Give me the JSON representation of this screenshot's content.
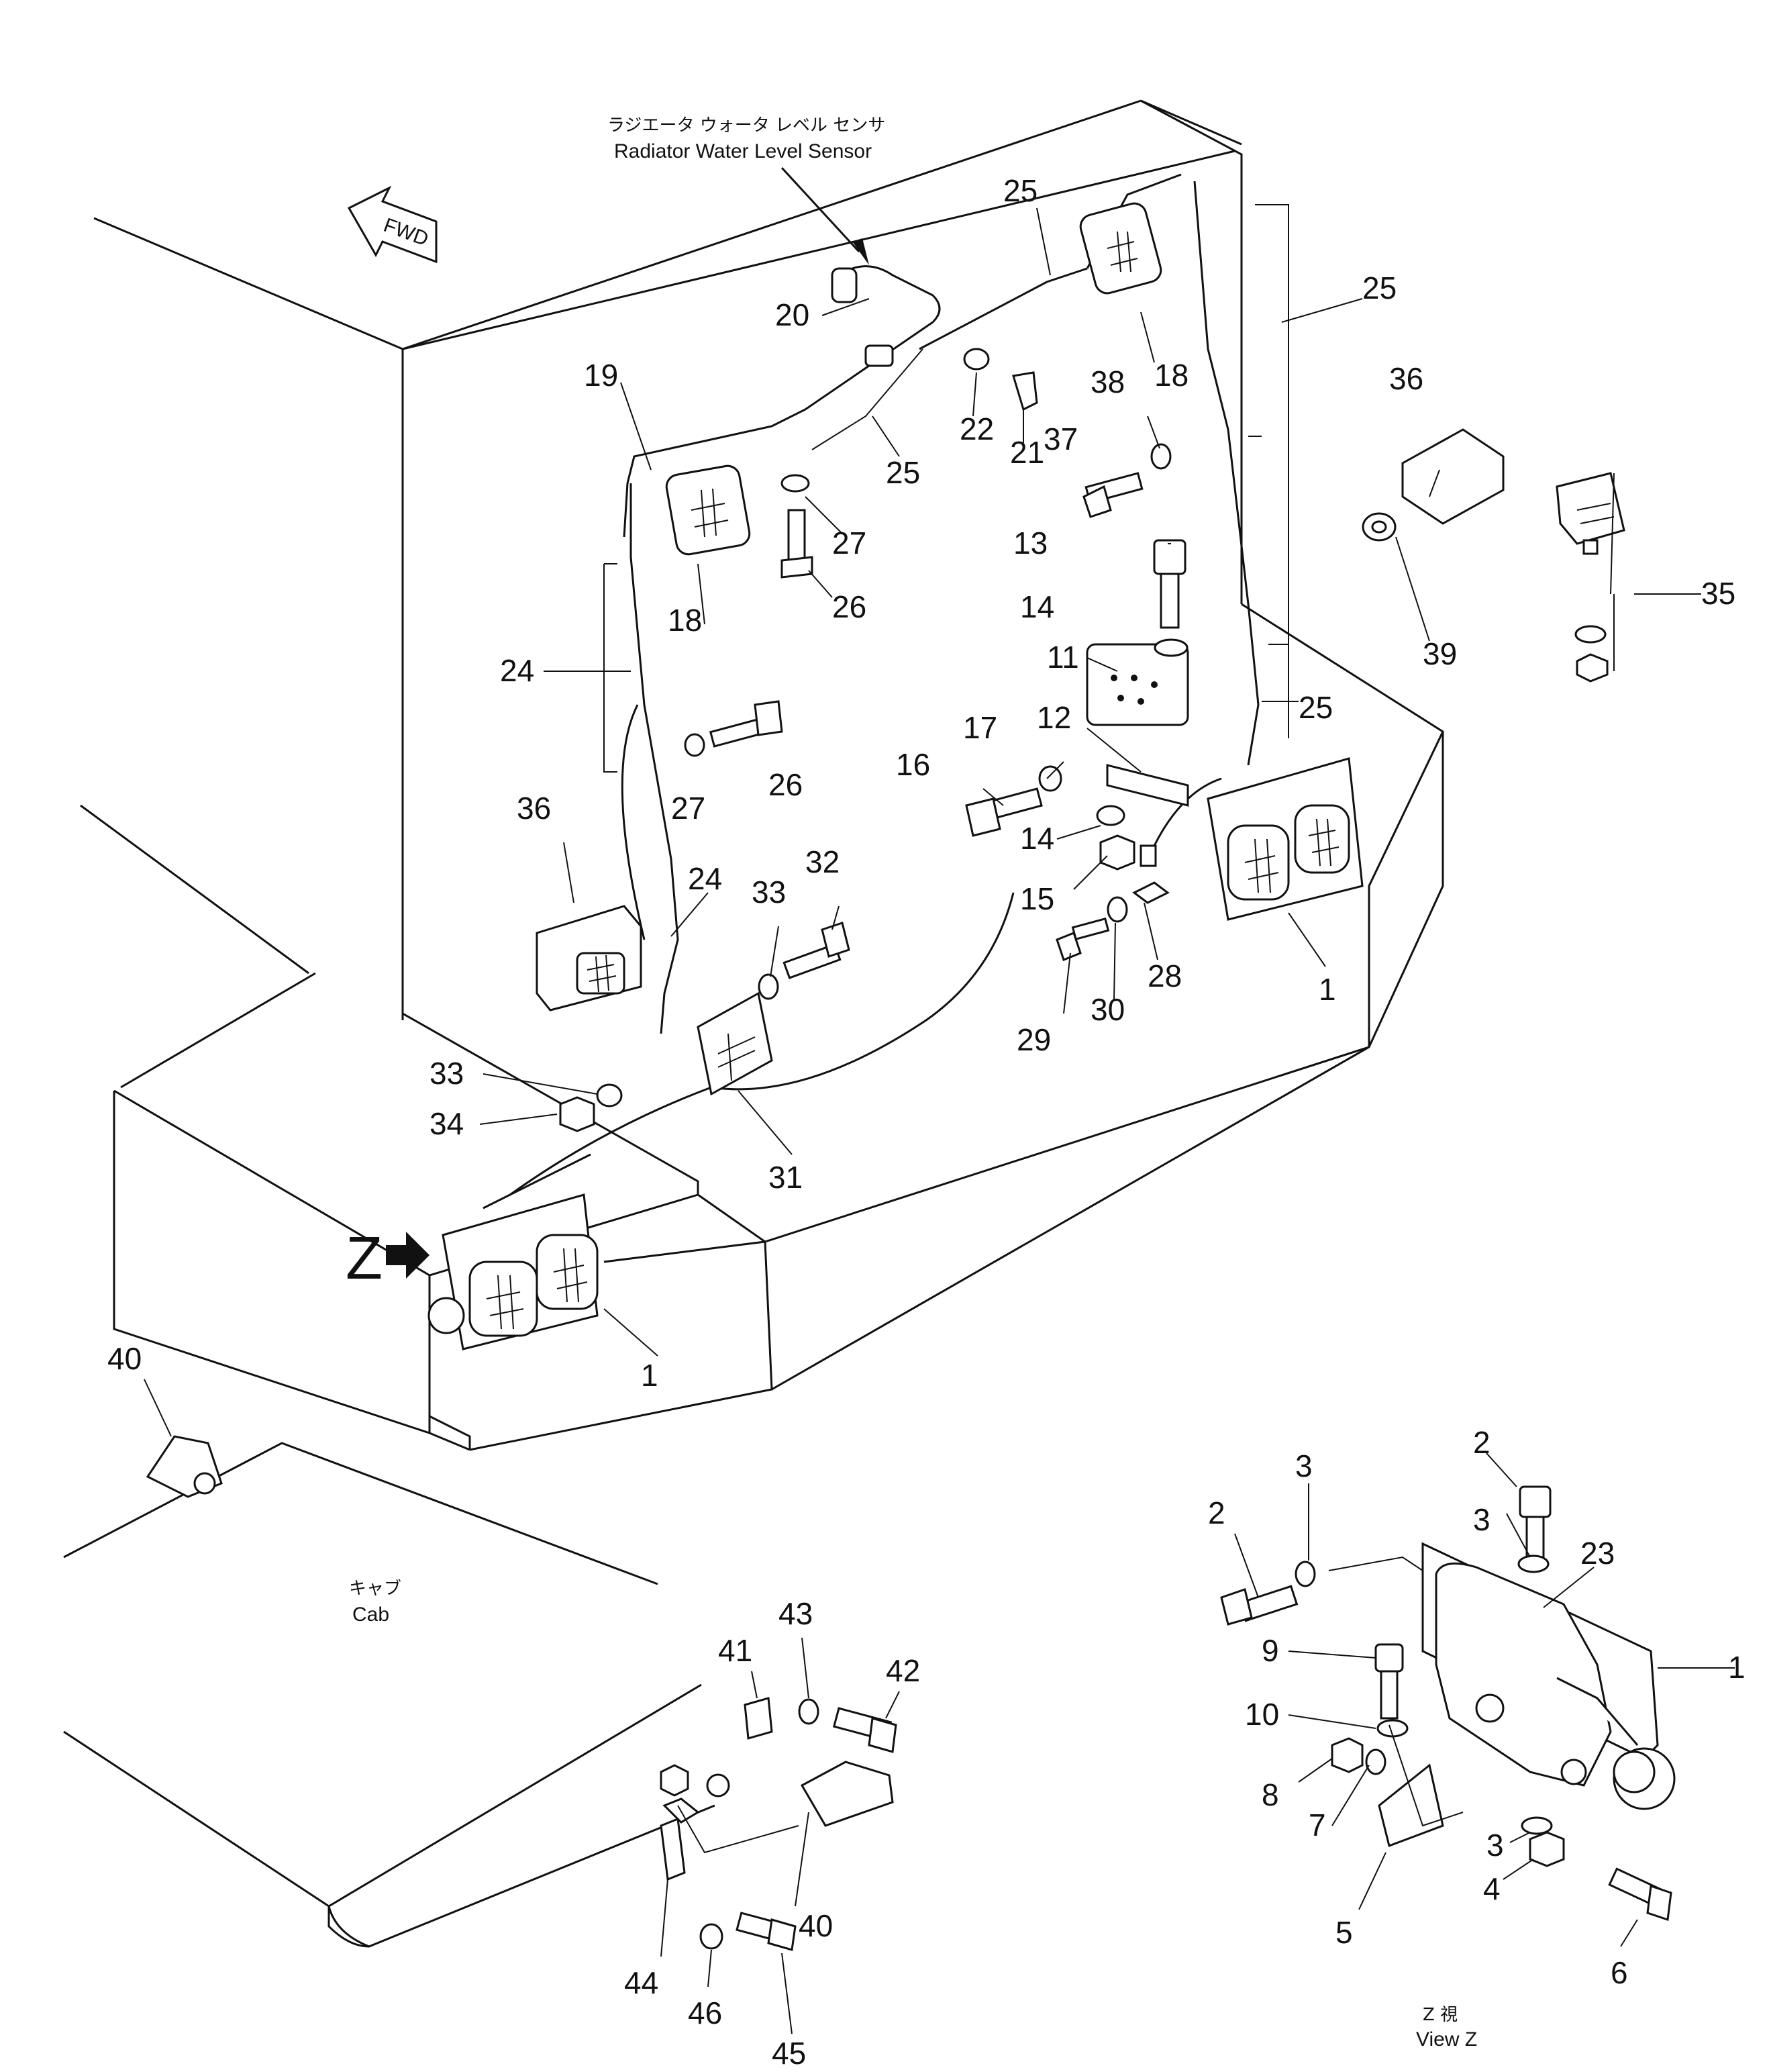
{
  "annotations": {
    "sensor_jp": "ラジエータ ウォータ レベル センサ",
    "sensor_en": "Radiator Water Level Sensor",
    "fwd": "FWD",
    "cab_jp": "キャブ",
    "cab_en": "Cab",
    "view_jp": "Z 視",
    "view_en": "View Z",
    "z_marker": "Z"
  },
  "part_numbers": {
    "p1": "1",
    "p2": "2",
    "p3": "3",
    "p4": "4",
    "p5": "5",
    "p6": "6",
    "p7": "7",
    "p8": "8",
    "p9": "9",
    "p10": "10",
    "p11": "11",
    "p12": "12",
    "p13": "13",
    "p14": "14",
    "p15": "15",
    "p16": "16",
    "p17": "17",
    "p18": "18",
    "p19": "19",
    "p20": "20",
    "p21": "21",
    "p22": "22",
    "p23": "23",
    "p24": "24",
    "p25": "25",
    "p26": "26",
    "p27": "27",
    "p28": "28",
    "p29": "29",
    "p30": "30",
    "p31": "31",
    "p32": "32",
    "p33": "33",
    "p34": "34",
    "p35": "35",
    "p36": "36",
    "p37": "37",
    "p38": "38",
    "p39": "39",
    "p40": "40",
    "p41": "41",
    "p42": "42",
    "p43": "43",
    "p44": "44",
    "p45": "45",
    "p46": "46"
  }
}
